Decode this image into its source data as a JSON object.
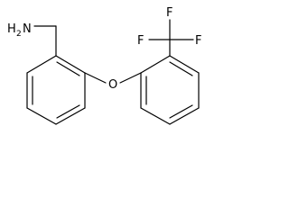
{
  "molecule": {
    "atoms": {
      "amine_h": "H",
      "amine_h_count": "2",
      "amine_n": "N",
      "ether_o": "O",
      "fluorine_top": "F",
      "fluorine_left": "F",
      "fluorine_right": "F"
    },
    "colors": {
      "bond": "#000000",
      "label": "#000000",
      "background": "#ffffff"
    }
  }
}
